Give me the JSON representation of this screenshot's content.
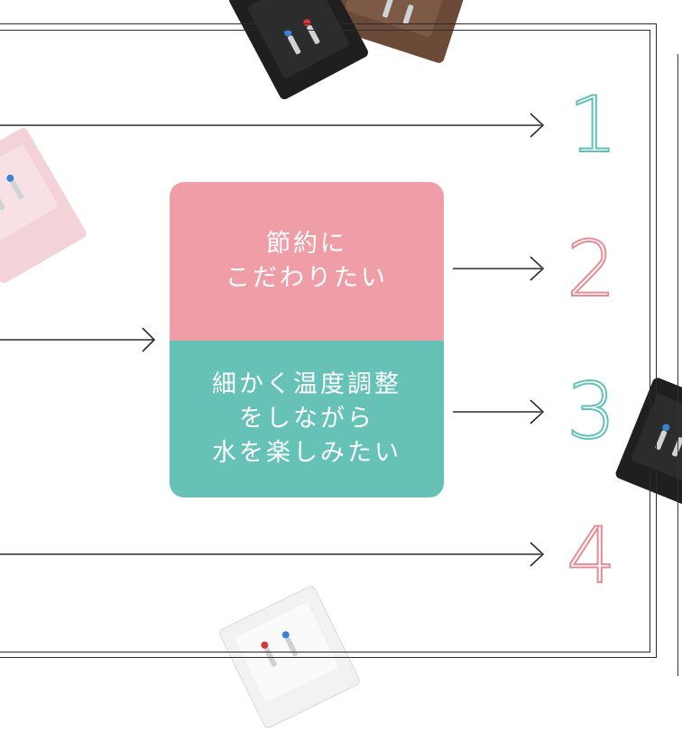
{
  "card": {
    "top_lines": [
      "節約に",
      "こだわりたい"
    ],
    "bottom_lines": [
      "細かく温度調整",
      "をしながら",
      "水を楽しみたい"
    ],
    "top_color": "#ef9ea7",
    "bottom_color": "#66c2b6"
  },
  "options": [
    {
      "number": "1",
      "color": "#5fc2b5"
    },
    {
      "number": "2",
      "color": "#e98b95"
    },
    {
      "number": "3",
      "color": "#5fc2b5"
    },
    {
      "number": "4",
      "color": "#e98b95"
    }
  ],
  "products": [
    {
      "name": "black-water-server",
      "color": "#1f1f1f"
    },
    {
      "name": "brown-water-server",
      "color": "#6b4a38"
    },
    {
      "name": "pink-water-server",
      "color": "#f3d3d8"
    },
    {
      "name": "white-water-server",
      "color": "#f2f2f2"
    },
    {
      "name": "black-water-server-right",
      "color": "#1f1f1f"
    }
  ]
}
